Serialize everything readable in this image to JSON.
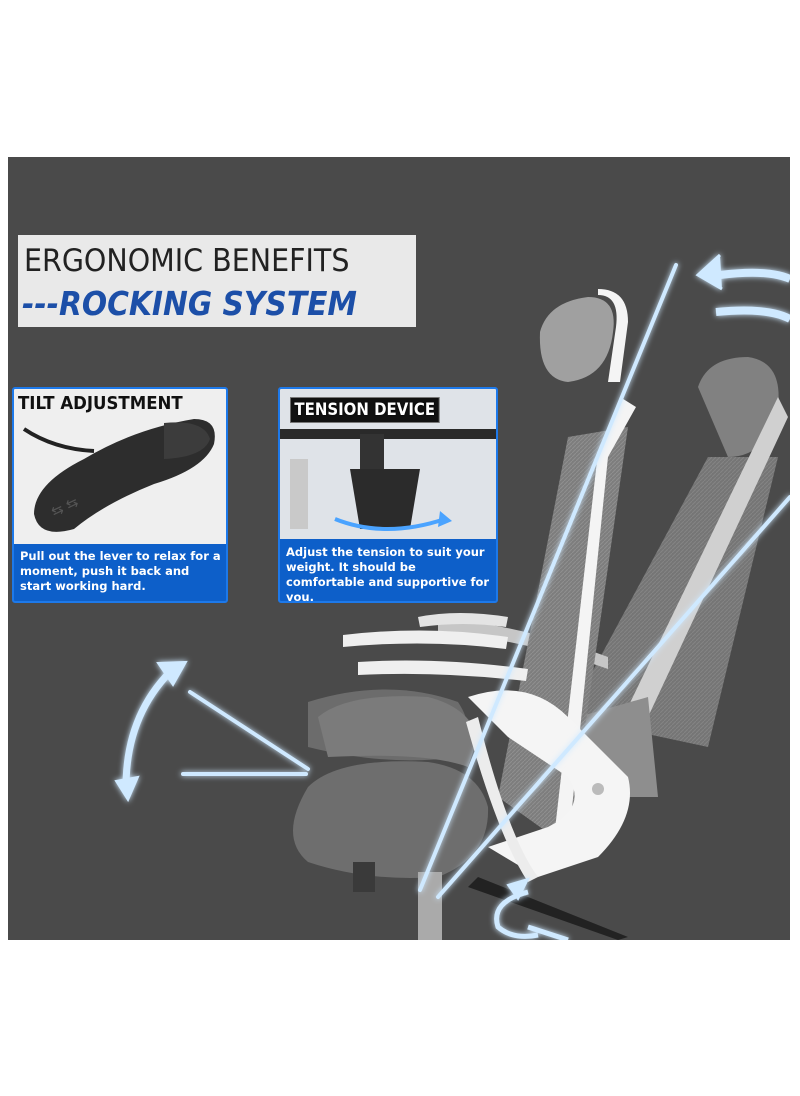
{
  "banner": {
    "line1": "ERGONOMIC BENEFITS",
    "line2": "---ROCKING SYSTEM"
  },
  "cards": {
    "tilt": {
      "label": "TILT ADJUSTMENT",
      "caption": "Pull out the lever to relax for a moment, push it back and start working hard."
    },
    "tension": {
      "label": "TENSION DEVICE",
      "caption": "Adjust the tension to suit your weight. It should be comfortable and supportive for you."
    }
  },
  "colors": {
    "background": "#4a4a4a",
    "accent_blue": "#0d5fc9",
    "arrow_glow": "#bfe3ff",
    "chair_frame": "#f2f2f2",
    "mesh_gray": "#8a8a8a"
  },
  "icons": [
    "rotate-arrow-icon",
    "tilt-arc-arrow-icon",
    "swivel-arrow-icon"
  ]
}
